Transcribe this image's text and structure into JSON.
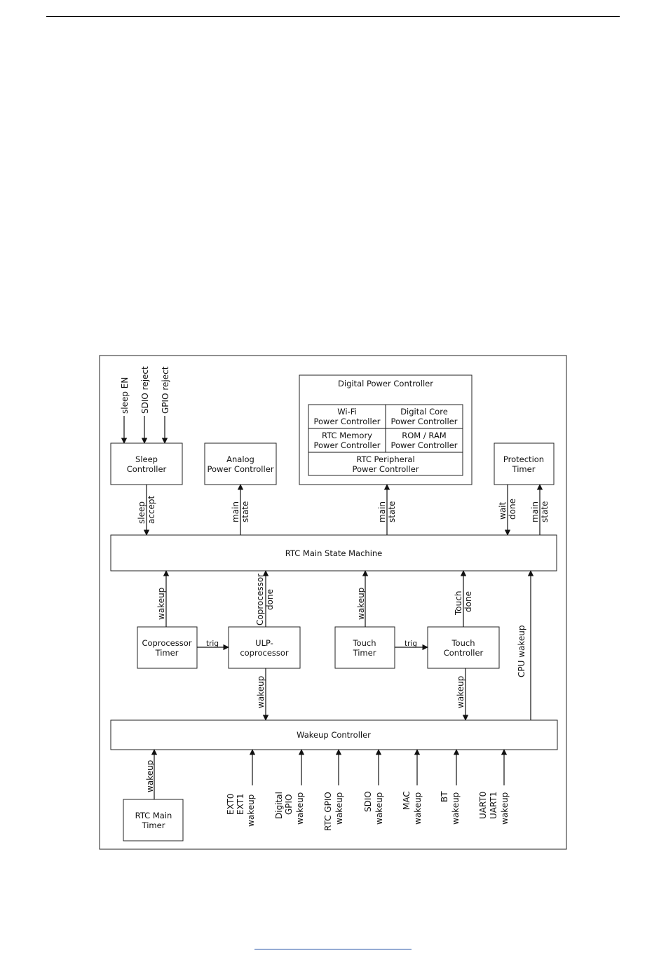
{
  "diagram": {
    "blocks": {
      "sleep_controller": [
        "Sleep",
        "Controller"
      ],
      "analog_pc": [
        "Analog",
        "Power Controller"
      ],
      "digital_pc_title": "Digital Power Controller",
      "wifi_pc": [
        "Wi-Fi",
        "Power Controller"
      ],
      "digital_core_pc": [
        "Digital Core",
        "Power Controller"
      ],
      "rtc_memory_pc": [
        "RTC Memory",
        "Power Controller"
      ],
      "rom_ram_pc": [
        "ROM / RAM",
        "Power Controller"
      ],
      "rtc_peripheral_pc": [
        "RTC Peripheral",
        "Power Controller"
      ],
      "protection_timer": [
        "Protection",
        "Timer"
      ],
      "rtc_main_state_machine": "RTC Main State Machine",
      "coprocessor_timer": [
        "Coprocessor",
        "Timer"
      ],
      "ulp_coprocessor": [
        "ULP-",
        "coprocessor"
      ],
      "touch_timer": [
        "Touch",
        "Timer"
      ],
      "touch_controller": [
        "Touch",
        "Controller"
      ],
      "wakeup_controller": "Wakeup Controller",
      "rtc_main_timer": [
        "RTC Main",
        "Timer"
      ]
    },
    "signals": {
      "sleep_en": "sleep EN",
      "sdio_reject": "SDIO reject",
      "gpio_reject": "GPIO reject",
      "sleep_accept": [
        "sleep",
        "accept"
      ],
      "main_state": [
        "main",
        "state"
      ],
      "wait_done": [
        "wait",
        "done"
      ],
      "wakeup": "wakeup",
      "coprocessor_done": [
        "Coprocessor",
        "done"
      ],
      "touch_done": [
        "Touch",
        "done"
      ],
      "trig": "trig",
      "cpu_wakeup": "CPU wakeup",
      "ext_wakeup": [
        "EXT0",
        "EXT1",
        "wakeup"
      ],
      "digital_gpio_wakeup": [
        "Digital",
        "GPIO",
        "wakeup"
      ],
      "rtc_gpio_wakeup": [
        "RTC GPIO",
        "wakeup"
      ],
      "sdio_wakeup": [
        "SDIO",
        "wakeup"
      ],
      "mac_wakeup": [
        "MAC",
        "wakeup"
      ],
      "bt_wakeup": [
        "BT",
        "wakeup"
      ],
      "uart_wakeup": [
        "UART0",
        "UART1",
        "wakeup"
      ]
    }
  }
}
